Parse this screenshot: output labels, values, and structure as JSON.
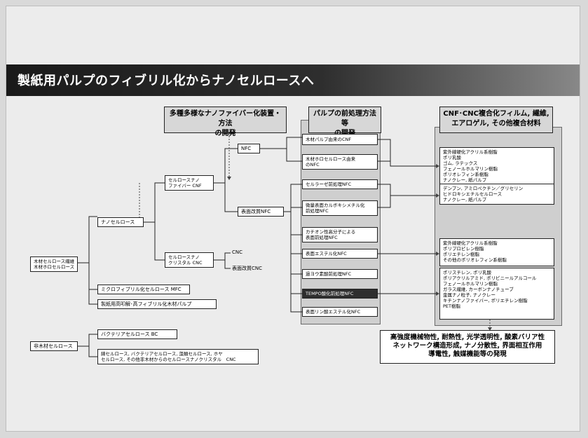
{
  "title": "製紙用パルプのフィブリル化からナノセルロースへ",
  "headers": {
    "devices": [
      "多種多様なナノファイバー化装置・方法",
      "の開発"
    ],
    "pretreatment": [
      "パルプの前処理方法等",
      "の開発"
    ],
    "composites": [
      "CNF･CNC複合化フィルム, 繊維,",
      "エアロゲル, その他複合材料"
    ]
  },
  "sources": {
    "wood": [
      "木材セルロース繊維",
      "木材ホロセルロース"
    ],
    "nonwood": "非木材セルロース"
  },
  "nodes": {
    "nanocellulose": "ナノセルロース",
    "cnf": [
      "セルロースナノ",
      "ファイバー CNF"
    ],
    "cnc": [
      "セルロースナノ",
      "クリスタル CNC"
    ],
    "nfc": "NFC",
    "surface_nfc": "表面改質NFC",
    "cnc_label": "CNC",
    "surface_cnc": "表面改質CNC",
    "mfc": "ミクロフィブリル化セルロース MFC",
    "highpressure": "製紙用高叩解･高フィブリル化木材パルプ",
    "bc": "バクテリアセルロース BC",
    "other": [
      "綿セルロース, バクテリアセルロース, 藻類セルロース, ホヤ",
      "セルロース, その他非木材からのセルロースナノクリスタル　CNC"
    ]
  },
  "pretreatments": [
    {
      "text": [
        "木材パルプ由来のCNF"
      ],
      "dark": false
    },
    {
      "text": [
        "木材ホロセルロース由来",
        "のNFC"
      ],
      "dark": false
    },
    {
      "text": [
        "セルラーゼ前処理NFC"
      ],
      "dark": false
    },
    {
      "text": [
        "微量表面カルボキシメチル化",
        "前処理NFC"
      ],
      "dark": false
    },
    {
      "text": [
        "カチオン性高分子による",
        "表面前処理NFC"
      ],
      "dark": false
    },
    {
      "text": [
        "表面エステル化NFC"
      ],
      "dark": false
    },
    {
      "text": [
        "過ヨウ素酸前処理NFC"
      ],
      "dark": false
    },
    {
      "text": [
        "TEMPO酸化前処理NFC"
      ],
      "dark": true
    },
    {
      "text": [
        "表面リン酸エステル化NFC"
      ],
      "dark": false
    }
  ],
  "materials": [
    [
      "紫外線硬化アクリル系樹脂",
      "ポリ乳酸",
      "ゴム, ラテックス",
      "フェノールホルマリン樹脂",
      "ポリオレフィン系樹脂",
      "ナノクレー, 紙パルプ"
    ],
    [
      "デンプン, アミロペクチン／グリセリン",
      "ヒドロキシエチルセルロース",
      "ナノクレー, 紙パルプ"
    ],
    [
      "紫外線硬化アクリル系樹脂",
      "ポリプロピレン樹脂",
      "ポリエチレン樹脂",
      "その他のポリオレフィン系樹脂"
    ],
    [
      "ポリスチレン, ポリ乳酸",
      "ポリアクリルアミド, ポリビニールアルコール",
      "フェノールホルマリン樹脂",
      "ガラス繊維, カーボンナノチューブ",
      "金属ナノ粒子, ナノクレー",
      "キチンナノファイバー, ポリエチレン樹脂",
      "PET樹脂"
    ]
  ],
  "summary": [
    "高強度機械物性, 耐熱性, 光学透明性, 酸素バリア性",
    "ネットワーク構造形成, ナノ分散性, 界面相互作用",
    "導電性, 触媒機能等の発現"
  ]
}
